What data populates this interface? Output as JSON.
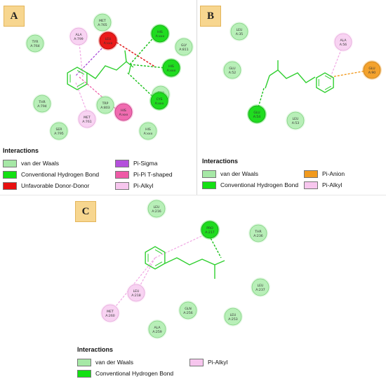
{
  "panels": {
    "A": {
      "label": "A",
      "residues": [
        {
          "name": "MET",
          "num": "A:765",
          "type": "vdw"
        },
        {
          "name": "TYR",
          "num": "A:764",
          "type": "vdw"
        },
        {
          "name": "ALA",
          "num": "A:799",
          "type": "pialkyl"
        },
        {
          "name": "LEU",
          "num": "A:xxx",
          "type": "unfav"
        },
        {
          "name": "HIS",
          "num": "A:xxx",
          "type": "hbond"
        },
        {
          "name": "GLY",
          "num": "A:811",
          "type": "vdw"
        },
        {
          "name": "HIS",
          "num": "A:xxx",
          "type": "hbond"
        },
        {
          "name": "GLU",
          "num": "A:xxx",
          "type": "vdw"
        },
        {
          "name": "THR",
          "num": "A:794",
          "type": "vdw"
        },
        {
          "name": "TRP",
          "num": "A:803",
          "type": "vdw"
        },
        {
          "name": "CYS",
          "num": "A:xxx",
          "type": "hbond"
        },
        {
          "name": "HIS",
          "num": "A:xxx",
          "type": "pipi"
        },
        {
          "name": "MET",
          "num": "A:761",
          "type": "pialkyl"
        },
        {
          "name": "SER",
          "num": "A:795",
          "type": "vdw"
        },
        {
          "name": "HIS",
          "num": "A:xxx",
          "type": "vdw"
        }
      ],
      "legend_title": "Interactions",
      "legend": [
        {
          "label": "van der Waals",
          "color": "#a6e8a6"
        },
        {
          "label": "Pi-Sigma",
          "color": "#b44fdc"
        },
        {
          "label": "Conventional Hydrogen Bond",
          "color": "#12e012"
        },
        {
          "label": "Pi-Pi T-shaped",
          "color": "#ee5aa6"
        },
        {
          "label": "Unfavorable Donor-Donor",
          "color": "#e81010"
        },
        {
          "label": "Pi-Alkyl",
          "color": "#f7c6ee"
        }
      ]
    },
    "B": {
      "label": "B",
      "residues": [
        {
          "name": "LEU",
          "num": "A:35",
          "type": "vdw"
        },
        {
          "name": "ALA",
          "num": "A:56",
          "type": "pialkyl"
        },
        {
          "name": "GLU",
          "num": "A:52",
          "type": "vdw"
        },
        {
          "name": "GLU",
          "num": "A:90",
          "type": "pianion"
        },
        {
          "name": "GLU",
          "num": "A:54",
          "type": "hbond"
        },
        {
          "name": "LEU",
          "num": "A:53",
          "type": "vdw"
        }
      ],
      "legend_title": "Interactions",
      "legend": [
        {
          "label": "van der Waals",
          "color": "#a6e8a6"
        },
        {
          "label": "Pi-Anion",
          "color": "#f19a1e"
        },
        {
          "label": "Conventional Hydrogen Bond",
          "color": "#12e012"
        },
        {
          "label": "Pi-Alkyl",
          "color": "#f7c6ee"
        }
      ]
    },
    "C": {
      "label": "C",
      "residues": [
        {
          "name": "LEU",
          "num": "A:216",
          "type": "vdw"
        },
        {
          "name": "PRO",
          "num": "A:217",
          "type": "hbond"
        },
        {
          "name": "THR",
          "num": "A:236",
          "type": "vdw"
        },
        {
          "name": "LEU",
          "num": "A:218",
          "type": "pialkyl"
        },
        {
          "name": "LEU",
          "num": "A:237",
          "type": "vdw"
        },
        {
          "name": "MET",
          "num": "A:260",
          "type": "pialkyl"
        },
        {
          "name": "GLN",
          "num": "A:256",
          "type": "vdw"
        },
        {
          "name": "LEU",
          "num": "A:253",
          "type": "vdw"
        },
        {
          "name": "ALA",
          "num": "A:259",
          "type": "vdw"
        }
      ],
      "legend_title": "Interactions",
      "legend": [
        {
          "label": "van der Waals",
          "color": "#a6e8a6"
        },
        {
          "label": "Pi-Alkyl",
          "color": "#f7c6ee"
        },
        {
          "label": "Conventional Hydrogen Bond",
          "color": "#12e012"
        }
      ]
    }
  },
  "colors": {
    "vdw_fill": "#b8efb8",
    "vdw_stroke": "#7fd17f",
    "hbond_fill": "#1fdc1f",
    "hbond_stroke": "#0fa40f",
    "pialkyl_fill": "#f8d3f2",
    "pialkyl_stroke": "#e4a6da",
    "unfav_fill": "#ea1a1a",
    "unfav_stroke": "#b00000",
    "pipi_fill": "#f06bb0",
    "pipi_stroke": "#c03a82",
    "pianion_fill": "#f3a22d",
    "pianion_stroke": "#c97a0c",
    "ligand": "#2fcf2f",
    "hbond_line": "#19c019",
    "pialkyl_line": "#f1a7e4",
    "pisigma_line": "#a43fd6",
    "unfav_line": "#e01010",
    "pipi_line": "#ee5aa6"
  }
}
